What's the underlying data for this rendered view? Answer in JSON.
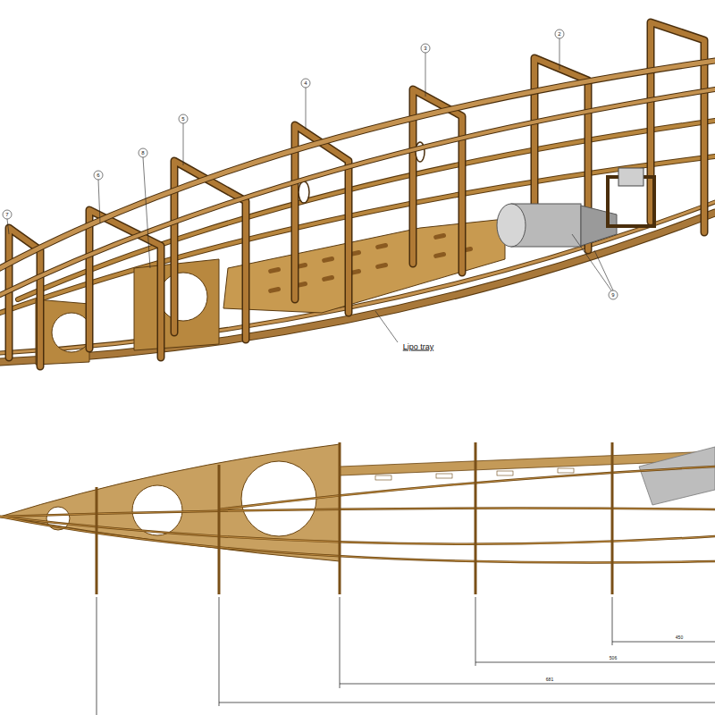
{
  "diagram": {
    "labels": [
      "7",
      "6",
      "8",
      "5",
      "4",
      "3",
      "2",
      "9",
      "Lipo tray",
      "450",
      "506",
      "681"
    ]
  }
}
